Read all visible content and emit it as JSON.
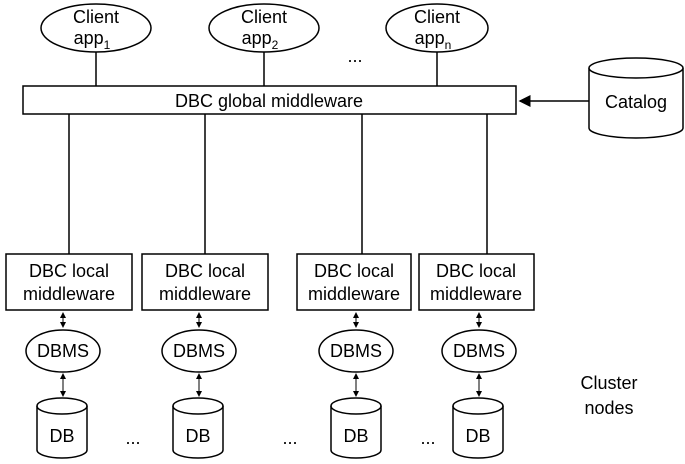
{
  "clients": [
    {
      "name": "Client",
      "app": "app",
      "sub": "1"
    },
    {
      "name": "Client",
      "app": "app",
      "sub": "2"
    },
    {
      "name": "Client",
      "app": "app",
      "sub": "n"
    }
  ],
  "client_ellipsis": "...",
  "global_middleware": "DBC global middleware",
  "catalog": "Catalog",
  "local_middleware": {
    "line1": "DBC local",
    "line2": "middleware"
  },
  "dbms": "DBMS",
  "db": "DB",
  "node_ellipsis": "...",
  "cluster_label": {
    "line1": "Cluster",
    "line2": "nodes"
  }
}
